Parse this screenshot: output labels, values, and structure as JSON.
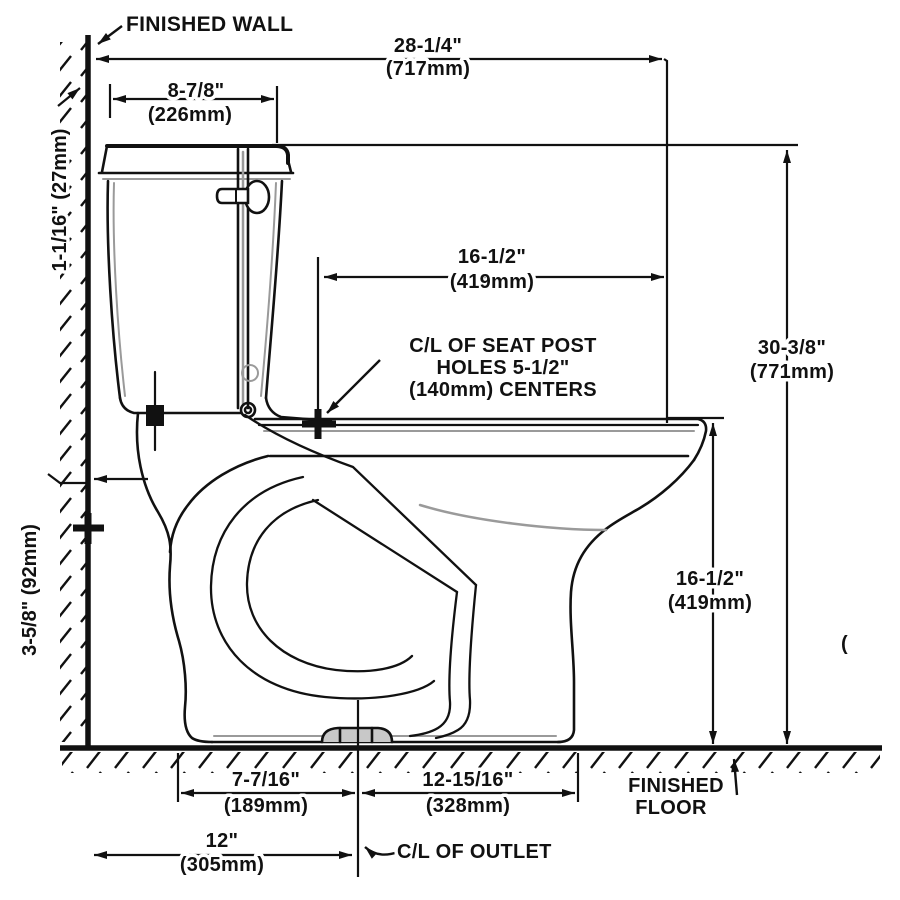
{
  "title": "Toilet rough-in dimension diagram (side elevation)",
  "labels": {
    "finished_wall": "FINISHED WALL",
    "finished_floor_1": "FINISHED",
    "finished_floor_2": "FLOOR",
    "seat_post_note_1": "C/L OF SEAT POST",
    "seat_post_note_2": "HOLES 5-1/2\"",
    "seat_post_note_3": "(140mm) CENTERS",
    "outlet_note": "C/L OF OUTLET",
    "stray_paren": "("
  },
  "dimensions": {
    "overall_depth": {
      "in": "28-1/4\"",
      "mm": "(717mm)"
    },
    "tank_lid_width": {
      "in": "8-7/8\"",
      "mm": "(226mm)"
    },
    "wall_offset": {
      "text": "1-1/16\" (27mm)"
    },
    "seat_hole_depth": {
      "in": "16-1/2\"",
      "mm": "(419mm)"
    },
    "overall_height": {
      "in": "30-3/8\"",
      "mm": "(771mm)"
    },
    "rim_height": {
      "in": "16-1/2\"",
      "mm": "(419mm)"
    },
    "supply_height": {
      "text": "3-5/8\" (92mm)"
    },
    "foot_to_outlet": {
      "in": "7-7/16\"",
      "mm": "(189mm)"
    },
    "outlet_to_front": {
      "in": "12-15/16\"",
      "mm": "(328mm)"
    },
    "rough_in": {
      "in": "12\"",
      "mm": "(305mm)"
    }
  },
  "colors": {
    "ink": "#111111",
    "shade": "#9a9a9a",
    "background": "#ffffff"
  }
}
